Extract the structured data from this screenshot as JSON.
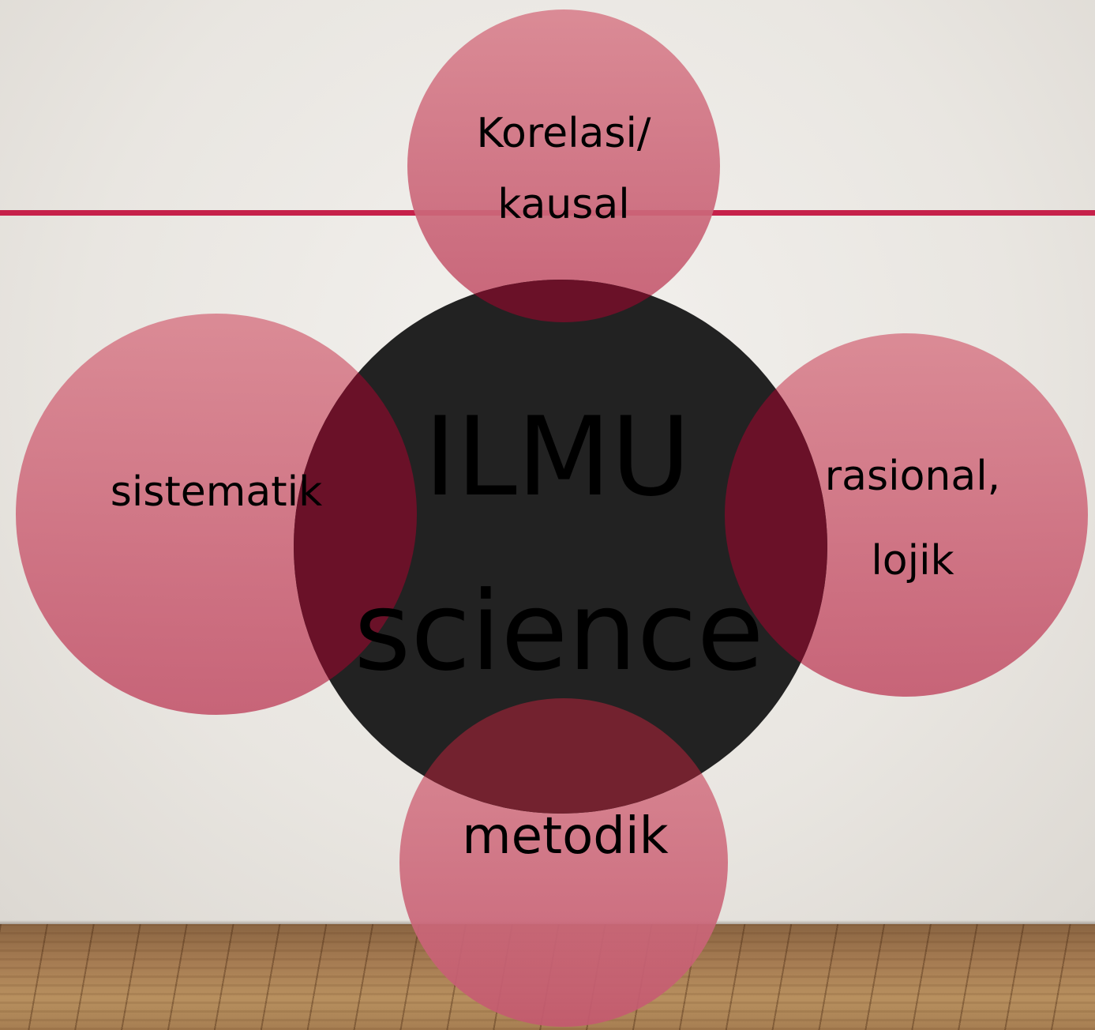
{
  "center": {
    "line1": "ILMU",
    "line2": "science"
  },
  "nodes": {
    "top": {
      "line1": "Korelasi/",
      "line2": "kausal"
    },
    "left": {
      "label": "sistematik"
    },
    "right": {
      "line1": "rasional,",
      "line2": "lojik"
    },
    "bottom": {
      "label": "metodik"
    }
  },
  "colors": {
    "accent": "#c6214a",
    "outer_circle": "#c44a68",
    "center_circle": "#222222",
    "overlap": "#6e1229"
  }
}
